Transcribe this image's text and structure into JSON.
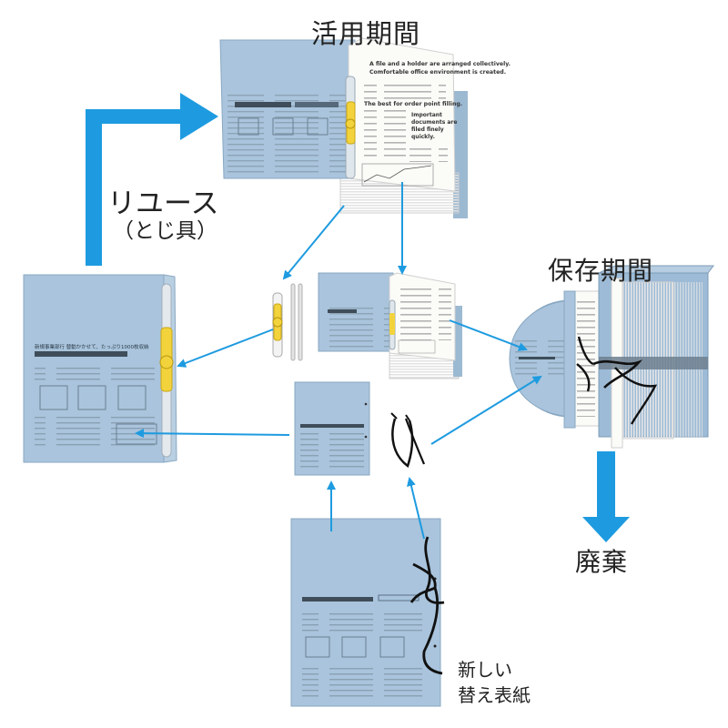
{
  "labels": {
    "active_period": "活用期間",
    "storage_period": "保存期間",
    "discard": "廃棄",
    "reuse": "リユース",
    "reuse_sub": "（とじ具）",
    "new_cover_line1": "新しい",
    "new_cover_line2": "替え表紙"
  },
  "document_text": {
    "heading": "A file and a holder are arranged collectively. Comfortable office environment is created.",
    "subheading": "The best for order point filling.",
    "callout": "Important documents are filed finely quickly.",
    "cover_notice": "新規事業部行 替動かかせて、たっぷり1000枚収納"
  },
  "colors": {
    "folder_blue": "#a9c4dc",
    "folder_blue_dark": "#86a9c6",
    "arrow_blue": "#1e9be0",
    "fastener_yellow": "#f3d33c",
    "paper": "#fbfbf8",
    "string": "#111111"
  },
  "icons": {
    "binder_fastener": "yellow-binder-fastener-icon",
    "paper_stack": "paper-stack-icon",
    "string_tie": "string-tie-icon"
  }
}
